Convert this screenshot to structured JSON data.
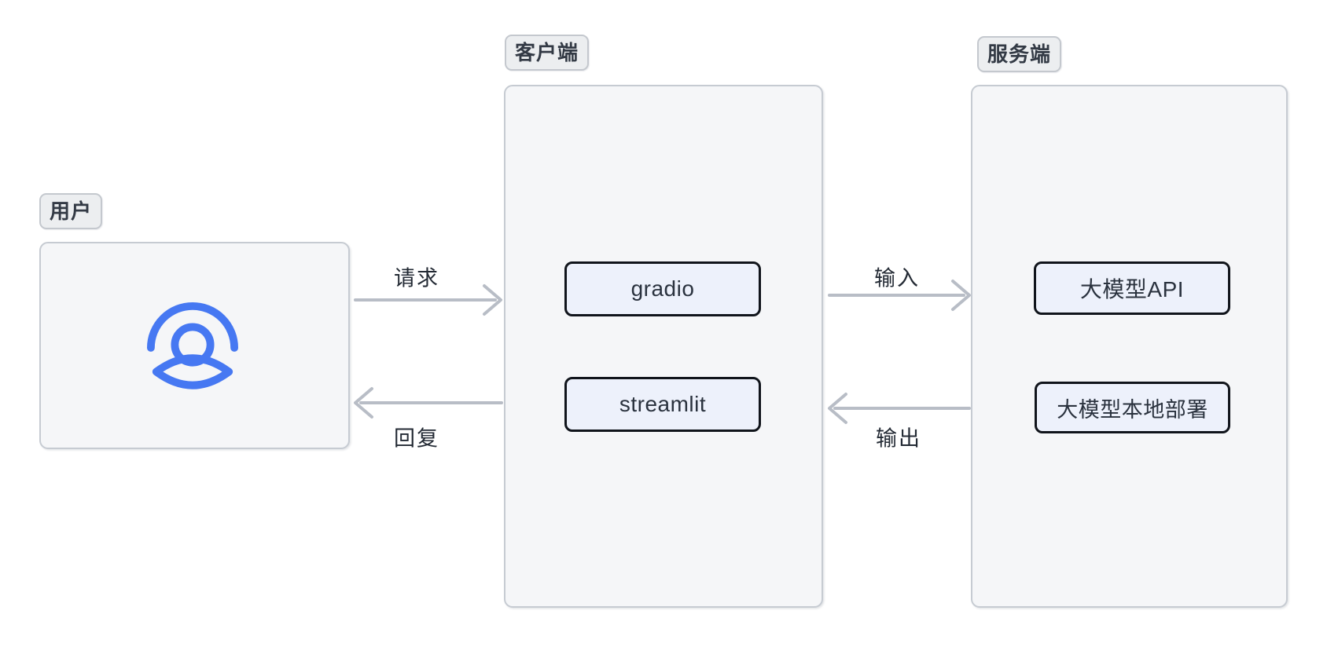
{
  "user": {
    "badge": "用户"
  },
  "client": {
    "badge": "客户端",
    "nodes": [
      {
        "label": "gradio"
      },
      {
        "label": "streamlit"
      }
    ]
  },
  "server": {
    "badge": "服务端",
    "nodes": [
      {
        "label": "大模型API"
      },
      {
        "label": "大模型本地部署"
      }
    ]
  },
  "flows": {
    "request": "请求",
    "reply": "回复",
    "input": "输入",
    "output": "输出"
  },
  "icons": {
    "user": "user-icon"
  },
  "colors": {
    "accent_blue": "#4678F2",
    "container_fill": "#F5F6F8",
    "container_border": "#C6CBD2",
    "badge_fill": "#ECEEF0",
    "badge_border": "#C4C8CE",
    "node_fill": "#EDF1FB",
    "node_border": "#10141B",
    "node_text": "#2A323E",
    "arrow": "#B8BDC6",
    "flow_text": "#232A34"
  }
}
